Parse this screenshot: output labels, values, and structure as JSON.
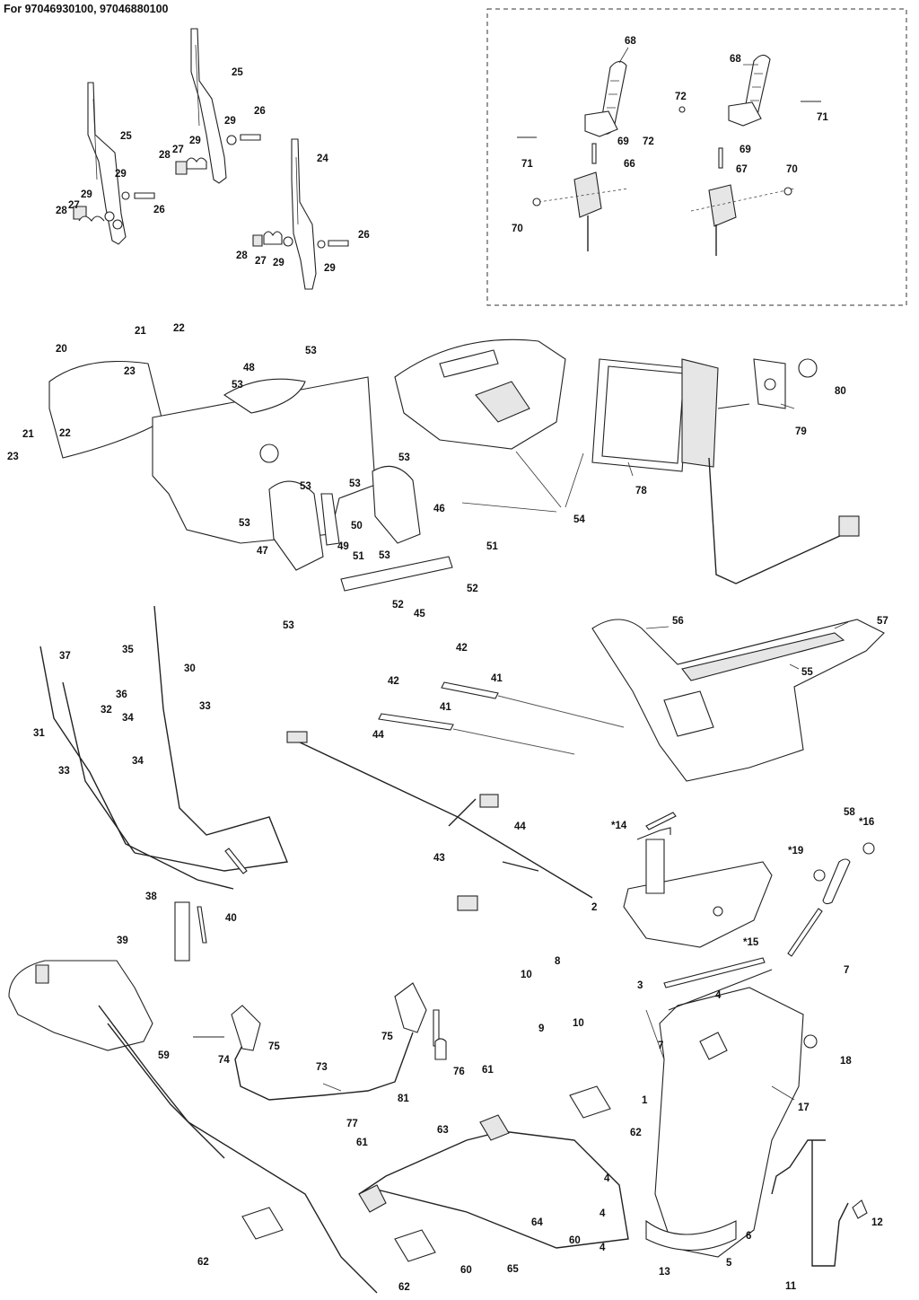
{
  "header": {
    "model_numbers": "For 97046930100, 97046880100"
  },
  "callouts": [
    {
      "id": "c68a",
      "text": "68"
    },
    {
      "id": "c68b",
      "text": "68"
    },
    {
      "id": "c72a",
      "text": "72"
    },
    {
      "id": "c72b",
      "text": "72"
    },
    {
      "id": "c71a",
      "text": "71"
    },
    {
      "id": "c71b",
      "text": "71"
    },
    {
      "id": "c69a",
      "text": "69"
    },
    {
      "id": "c69b",
      "text": "69"
    },
    {
      "id": "c66",
      "text": "66"
    },
    {
      "id": "c67",
      "text": "67"
    },
    {
      "id": "c70a",
      "text": "70"
    },
    {
      "id": "c70b",
      "text": "70"
    },
    {
      "id": "c25a",
      "text": "25"
    },
    {
      "id": "c25b",
      "text": "25"
    },
    {
      "id": "c26a",
      "text": "26"
    },
    {
      "id": "c26b",
      "text": "26"
    },
    {
      "id": "c26c",
      "text": "26"
    },
    {
      "id": "c29a",
      "text": "29"
    },
    {
      "id": "c29b",
      "text": "29"
    },
    {
      "id": "c29c",
      "text": "29"
    },
    {
      "id": "c29d",
      "text": "29"
    },
    {
      "id": "c29e",
      "text": "29"
    },
    {
      "id": "c29f",
      "text": "29"
    },
    {
      "id": "c28a",
      "text": "28"
    },
    {
      "id": "c28b",
      "text": "28"
    },
    {
      "id": "c28c",
      "text": "28"
    },
    {
      "id": "c27a",
      "text": "27"
    },
    {
      "id": "c27b",
      "text": "27"
    },
    {
      "id": "c27c",
      "text": "27"
    },
    {
      "id": "c24",
      "text": "24"
    },
    {
      "id": "c20",
      "text": "20"
    },
    {
      "id": "c21a",
      "text": "21"
    },
    {
      "id": "c21b",
      "text": "21"
    },
    {
      "id": "c22a",
      "text": "22"
    },
    {
      "id": "c22b",
      "text": "22"
    },
    {
      "id": "c23a",
      "text": "23"
    },
    {
      "id": "c23b",
      "text": "23"
    },
    {
      "id": "c48",
      "text": "48"
    },
    {
      "id": "c53a",
      "text": "53"
    },
    {
      "id": "c53b",
      "text": "53"
    },
    {
      "id": "c53c",
      "text": "53"
    },
    {
      "id": "c53d",
      "text": "53"
    },
    {
      "id": "c53e",
      "text": "53"
    },
    {
      "id": "c53f",
      "text": "53"
    },
    {
      "id": "c53g",
      "text": "53"
    },
    {
      "id": "c53h",
      "text": "53"
    },
    {
      "id": "c46",
      "text": "46"
    },
    {
      "id": "c47",
      "text": "47"
    },
    {
      "id": "c49",
      "text": "49"
    },
    {
      "id": "c50",
      "text": "50"
    },
    {
      "id": "c51a",
      "text": "51"
    },
    {
      "id": "c51b",
      "text": "51"
    },
    {
      "id": "c45",
      "text": "45"
    },
    {
      "id": "c52a",
      "text": "52"
    },
    {
      "id": "c52b",
      "text": "52"
    },
    {
      "id": "c54",
      "text": "54"
    },
    {
      "id": "c78",
      "text": "78"
    },
    {
      "id": "c79",
      "text": "79"
    },
    {
      "id": "c80",
      "text": "80"
    },
    {
      "id": "c56",
      "text": "56"
    },
    {
      "id": "c57",
      "text": "57"
    },
    {
      "id": "c55",
      "text": "55"
    },
    {
      "id": "c58",
      "text": "58"
    },
    {
      "id": "c37",
      "text": "37"
    },
    {
      "id": "c35",
      "text": "35"
    },
    {
      "id": "c36",
      "text": "36"
    },
    {
      "id": "c30",
      "text": "30"
    },
    {
      "id": "c31",
      "text": "31"
    },
    {
      "id": "c32",
      "text": "32"
    },
    {
      "id": "c33a",
      "text": "33"
    },
    {
      "id": "c33b",
      "text": "33"
    },
    {
      "id": "c34a",
      "text": "34"
    },
    {
      "id": "c34b",
      "text": "34"
    },
    {
      "id": "c38",
      "text": "38"
    },
    {
      "id": "c39",
      "text": "39"
    },
    {
      "id": "c40",
      "text": "40"
    },
    {
      "id": "c42a",
      "text": "42"
    },
    {
      "id": "c42b",
      "text": "42"
    },
    {
      "id": "c41a",
      "text": "41"
    },
    {
      "id": "c41b",
      "text": "41"
    },
    {
      "id": "c44a",
      "text": "44"
    },
    {
      "id": "c44b",
      "text": "44"
    },
    {
      "id": "c43",
      "text": "43"
    },
    {
      "id": "c14",
      "text": "*14"
    },
    {
      "id": "c16",
      "text": "*16"
    },
    {
      "id": "c19",
      "text": "*19"
    },
    {
      "id": "c2",
      "text": "2"
    },
    {
      "id": "c15",
      "text": "*15"
    },
    {
      "id": "c7a",
      "text": "7"
    },
    {
      "id": "c10a",
      "text": "10"
    },
    {
      "id": "c8",
      "text": "8"
    },
    {
      "id": "c9",
      "text": "9"
    },
    {
      "id": "c10b",
      "text": "10"
    },
    {
      "id": "c3",
      "text": "3"
    },
    {
      "id": "c4a",
      "text": "4"
    },
    {
      "id": "c7b",
      "text": "7"
    },
    {
      "id": "c18",
      "text": "18"
    },
    {
      "id": "c17",
      "text": "17"
    },
    {
      "id": "c1",
      "text": "1"
    },
    {
      "id": "c59",
      "text": "59"
    },
    {
      "id": "c74",
      "text": "74"
    },
    {
      "id": "c75a",
      "text": "75"
    },
    {
      "id": "c75b",
      "text": "75"
    },
    {
      "id": "c76",
      "text": "76"
    },
    {
      "id": "c73",
      "text": "73"
    },
    {
      "id": "c77",
      "text": "77"
    },
    {
      "id": "c81",
      "text": "81"
    },
    {
      "id": "c61a",
      "text": "61"
    },
    {
      "id": "c61b",
      "text": "61"
    },
    {
      "id": "c63",
      "text": "63"
    },
    {
      "id": "c62a",
      "text": "62"
    },
    {
      "id": "c62b",
      "text": "62"
    },
    {
      "id": "c62c",
      "text": "62"
    },
    {
      "id": "c4b",
      "text": "4"
    },
    {
      "id": "c4c",
      "text": "4"
    },
    {
      "id": "c4d",
      "text": "4"
    },
    {
      "id": "c64",
      "text": "64"
    },
    {
      "id": "c60a",
      "text": "60"
    },
    {
      "id": "c60b",
      "text": "60"
    },
    {
      "id": "c65",
      "text": "65"
    },
    {
      "id": "c13",
      "text": "13"
    },
    {
      "id": "c5",
      "text": "5"
    },
    {
      "id": "c6",
      "text": "6"
    },
    {
      "id": "c12",
      "text": "12"
    },
    {
      "id": "c11",
      "text": "11"
    }
  ]
}
